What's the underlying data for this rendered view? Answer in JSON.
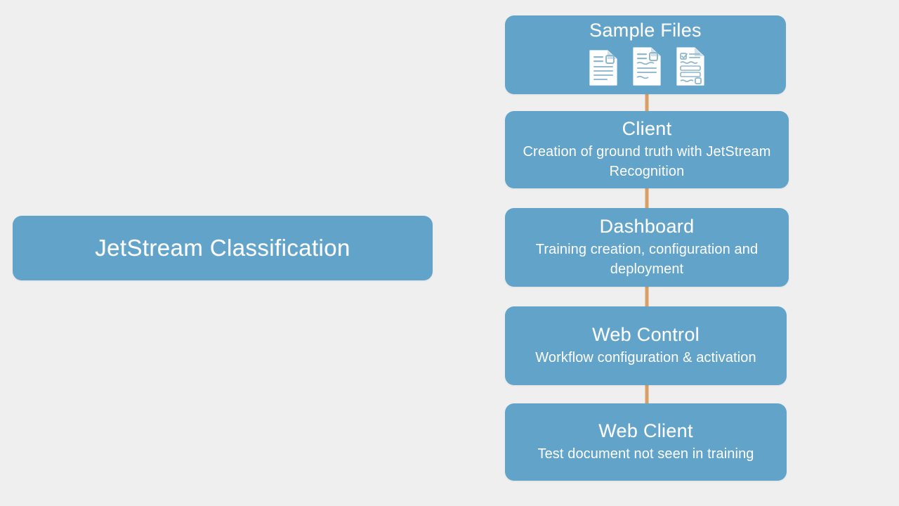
{
  "canvas": {
    "background_color": "#efefef",
    "accent_color": "#62a3ca",
    "connector_color": "#d9a066",
    "text_color": "#ffffff"
  },
  "hero": {
    "label": "JetStream Classification"
  },
  "flow": {
    "connector_count": 4,
    "nodes": [
      {
        "id": "sample-files",
        "title": "Sample Files",
        "subtitle": "",
        "icons": [
          "document-icon",
          "document-icon",
          "form-document-icon"
        ]
      },
      {
        "id": "client",
        "title": "Client",
        "subtitle": "Creation of ground truth with JetStream Recognition"
      },
      {
        "id": "dashboard",
        "title": "Dashboard",
        "subtitle": "Training creation, configuration and deployment"
      },
      {
        "id": "web-control",
        "title": "Web Control",
        "subtitle": "Workflow configuration & activation"
      },
      {
        "id": "web-client",
        "title": "Web Client",
        "subtitle": "Test document not seen in training"
      }
    ]
  }
}
